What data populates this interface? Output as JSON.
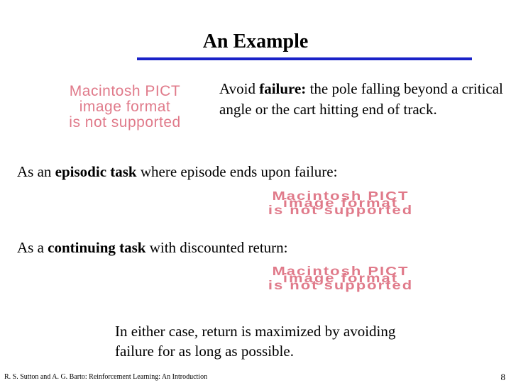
{
  "slide": {
    "title": "An Example",
    "avoid_text": {
      "prefix": "Avoid ",
      "emphasis": "failure:",
      "rest": " the pole falling beyond a critical angle or the cart hitting end of track."
    },
    "episodic": {
      "prefix": "As an ",
      "emphasis": "episodic task",
      "rest": " where episode ends upon failure:"
    },
    "continuing": {
      "prefix": "As  a ",
      "emphasis": "continuing task",
      "rest": " with discounted return:"
    },
    "conclusion": "In either case, return is maximized by avoiding failure for as long as possible.",
    "placeholder_lines": [
      "Macintosh PICT",
      "image format",
      "is not supported"
    ],
    "footer": "R. S. Sutton and A. G. Barto: Reinforcement Learning: An Introduction",
    "page_number": "8",
    "colors": {
      "rule": "#1a22c8",
      "placeholder": "#e07a8a"
    }
  }
}
